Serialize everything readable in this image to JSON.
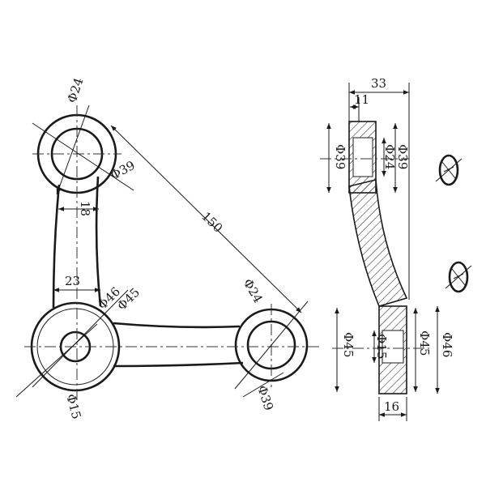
{
  "dimensions": {
    "top_hub_hole_dia": "Φ24",
    "top_hub_outer_dia": "Φ39",
    "arm_width_upper": "18",
    "arm_width_lower": "23",
    "center_distance": "150",
    "bottom_hub_outer_dia_a": "Φ46",
    "bottom_hub_outer_dia_b": "Φ45",
    "bottom_hub_hole_dia": "Φ15",
    "right_hub_hole_dia": "Φ24",
    "right_hub_outer_dia": "Φ39",
    "side_total_width": "33",
    "side_top_flange": "11",
    "side_top_left_dia": "Φ39",
    "side_top_hole_dia": "Φ24",
    "side_top_right_dia": "Φ39",
    "side_bottom_left_dia": "Φ45",
    "side_bottom_hole_dia": "Φ15",
    "side_bottom_mid_dia": "Φ45",
    "side_bottom_right_dia": "Φ46",
    "side_bottom_thickness": "16"
  }
}
